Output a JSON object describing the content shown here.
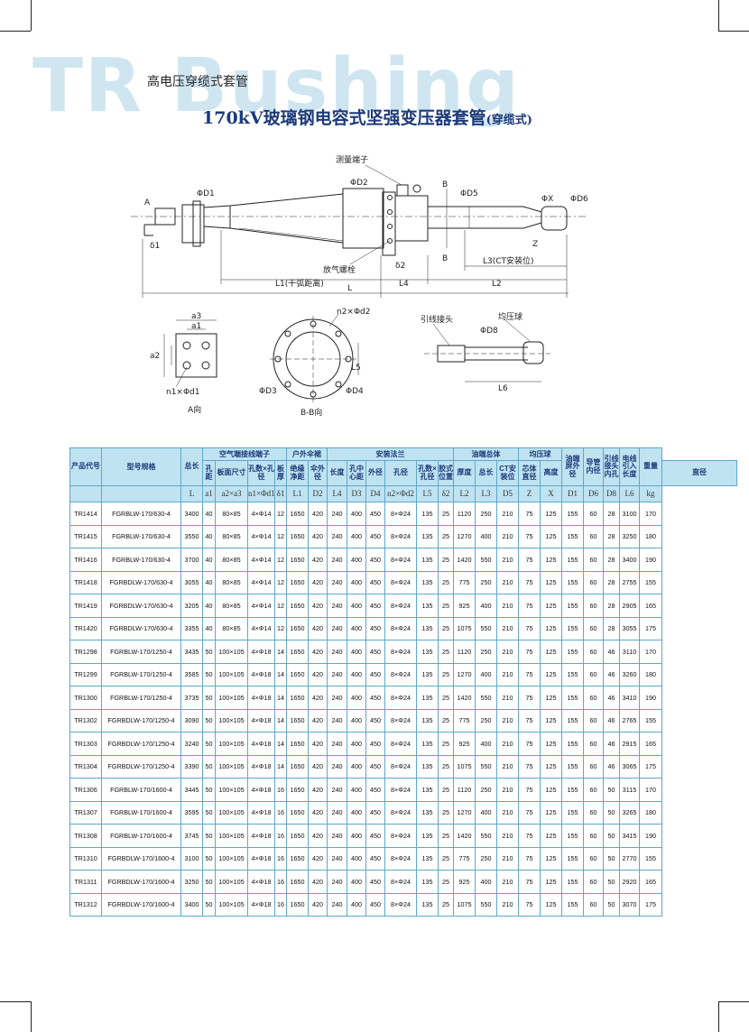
{
  "watermark": "TR Bushing",
  "subheading": "高电压穿缆式套管",
  "title": "170kV玻璃钢电容式坚强变压器套管",
  "title_suffix": "(穿缆式)",
  "drawing": {
    "labels": {
      "measure_terminal": "测量端子",
      "vent_bolt": "放气螺栓",
      "lead_connector": "引线接头",
      "grading_ball": "均压球",
      "L1": "L1(干弧距离)",
      "L2": "L2",
      "L3": "L3(CT安装位)",
      "L4": "L4",
      "L": "L",
      "L5": "L5",
      "L6": "L6",
      "D1": "ΦD1",
      "D2": "ΦD2",
      "D3": "ΦD3",
      "D4": "ΦD4",
      "D5": "ΦD5",
      "D6": "ΦD6",
      "D8": "ΦD8",
      "X": "ΦX",
      "Z": "Z",
      "A": "A",
      "B": "B",
      "d1": "δ1",
      "d2": "δ2",
      "a1": "a1",
      "a2": "a2",
      "a3": "a3",
      "holes_A": "n1×Φd1",
      "holes_B": "n2×Φd2",
      "view_A": "A向",
      "view_B": "B-B向"
    }
  },
  "table": {
    "group_headers": [
      "产品代号",
      "型号规格",
      "总长",
      "空气端接线端子",
      "户外伞裙",
      "安装法兰",
      "油端总体",
      "均压球",
      "油端屏外径",
      "导管内径",
      "引线接头内孔",
      "电线引入长度",
      "重量"
    ],
    "sub_headers": [
      "孔距",
      "板面尺寸",
      "孔数×孔径",
      "板厚",
      "绝缘净距",
      "伞外径",
      "长度",
      "孔中心距",
      "外径",
      "孔径",
      "孔数×孔径",
      "胶式位置",
      "厚度",
      "总长",
      "CT安装位",
      "芯体直径",
      "高度",
      "直径"
    ],
    "symbols": [
      "L",
      "a1",
      "a2×a3",
      "n1×Φd1",
      "δ1",
      "L1",
      "D2",
      "L4",
      "D3",
      "D4",
      "n2×Φd2",
      "L5",
      "δ2",
      "L2",
      "L3",
      "D5",
      "Z",
      "X",
      "D1",
      "D6",
      "D8",
      "L6",
      "kg"
    ],
    "rows": [
      [
        "TR1414",
        "FGRBLW-170/630-4",
        "3400",
        "40",
        "80×85",
        "4×Φ14",
        "12",
        "1650",
        "420",
        "240",
        "400",
        "450",
        "8×Φ24",
        "135",
        "25",
        "1120",
        "250",
        "210",
        "75",
        "125",
        "155",
        "60",
        "28",
        "3100",
        "170"
      ],
      [
        "TR1415",
        "FGRBLW-170/630-4",
        "3550",
        "40",
        "80×85",
        "4×Φ14",
        "12",
        "1650",
        "420",
        "240",
        "400",
        "450",
        "8×Φ24",
        "135",
        "25",
        "1270",
        "400",
        "210",
        "75",
        "125",
        "155",
        "60",
        "28",
        "3250",
        "180"
      ],
      [
        "TR1416",
        "FGRBLW-170/630-4",
        "3700",
        "40",
        "80×85",
        "4×Φ14",
        "12",
        "1650",
        "420",
        "240",
        "400",
        "450",
        "8×Φ24",
        "135",
        "25",
        "1420",
        "550",
        "210",
        "75",
        "125",
        "155",
        "60",
        "28",
        "3400",
        "190"
      ],
      [
        "TR1418",
        "FGRBDLW-170/630-4",
        "3055",
        "40",
        "80×85",
        "4×Φ14",
        "12",
        "1650",
        "420",
        "240",
        "400",
        "450",
        "8×Φ24",
        "135",
        "25",
        "775",
        "250",
        "210",
        "75",
        "125",
        "155",
        "60",
        "28",
        "2755",
        "155"
      ],
      [
        "TR1419",
        "FGRBDLW-170/630-4",
        "3205",
        "40",
        "80×85",
        "4×Φ14",
        "12",
        "1650",
        "420",
        "240",
        "400",
        "450",
        "8×Φ24",
        "135",
        "25",
        "925",
        "400",
        "210",
        "75",
        "125",
        "155",
        "60",
        "28",
        "2905",
        "165"
      ],
      [
        "TR1420",
        "FGRBDLW-170/630-4",
        "3355",
        "40",
        "80×85",
        "4×Φ14",
        "12",
        "1650",
        "420",
        "240",
        "400",
        "450",
        "8×Φ24",
        "135",
        "25",
        "1075",
        "550",
        "210",
        "75",
        "125",
        "155",
        "60",
        "28",
        "3055",
        "175"
      ],
      [
        "TR1298",
        "FGRBLW-170/1250-4",
        "3435",
        "50",
        "100×105",
        "4×Φ18",
        "14",
        "1650",
        "420",
        "240",
        "400",
        "450",
        "8×Φ24",
        "135",
        "25",
        "1120",
        "250",
        "210",
        "75",
        "125",
        "155",
        "60",
        "46",
        "3110",
        "170"
      ],
      [
        "TR1299",
        "FGRBLW-170/1250-4",
        "3585",
        "50",
        "100×105",
        "4×Φ18",
        "14",
        "1650",
        "420",
        "240",
        "400",
        "450",
        "8×Φ24",
        "135",
        "25",
        "1270",
        "400",
        "210",
        "75",
        "125",
        "155",
        "60",
        "46",
        "3260",
        "180"
      ],
      [
        "TR1300",
        "FGRBLW-170/1250-4",
        "3735",
        "50",
        "100×105",
        "4×Φ18",
        "14",
        "1650",
        "420",
        "240",
        "400",
        "450",
        "8×Φ24",
        "135",
        "25",
        "1420",
        "550",
        "210",
        "75",
        "125",
        "155",
        "60",
        "46",
        "3410",
        "190"
      ],
      [
        "TR1302",
        "FGRBDLW-170/1250-4",
        "3090",
        "50",
        "100×105",
        "4×Φ18",
        "14",
        "1650",
        "420",
        "240",
        "400",
        "450",
        "8×Φ24",
        "135",
        "25",
        "775",
        "250",
        "210",
        "75",
        "125",
        "155",
        "60",
        "46",
        "2765",
        "155"
      ],
      [
        "TR1303",
        "FGRBDLW-170/1250-4",
        "3240",
        "50",
        "100×105",
        "4×Φ18",
        "14",
        "1650",
        "420",
        "240",
        "400",
        "450",
        "8×Φ24",
        "135",
        "25",
        "925",
        "400",
        "210",
        "75",
        "125",
        "155",
        "60",
        "46",
        "2915",
        "165"
      ],
      [
        "TR1304",
        "FGRBDLW-170/1250-4",
        "3390",
        "50",
        "100×105",
        "4×Φ18",
        "14",
        "1650",
        "420",
        "240",
        "400",
        "450",
        "8×Φ24",
        "135",
        "25",
        "1075",
        "550",
        "210",
        "75",
        "125",
        "155",
        "60",
        "46",
        "3065",
        "175"
      ],
      [
        "TR1306",
        "FGRBLW-170/1600-4",
        "3445",
        "50",
        "100×105",
        "4×Φ18",
        "16",
        "1650",
        "420",
        "240",
        "400",
        "450",
        "8×Φ24",
        "135",
        "25",
        "1120",
        "250",
        "210",
        "75",
        "125",
        "155",
        "60",
        "50",
        "3115",
        "170"
      ],
      [
        "TR1307",
        "FGRBLW-170/1600-4",
        "3595",
        "50",
        "100×105",
        "4×Φ18",
        "16",
        "1650",
        "420",
        "240",
        "400",
        "450",
        "8×Φ24",
        "135",
        "25",
        "1270",
        "400",
        "210",
        "75",
        "125",
        "155",
        "60",
        "50",
        "3265",
        "180"
      ],
      [
        "TR1308",
        "FGRBLW-170/1600-4",
        "3745",
        "50",
        "100×105",
        "4×Φ18",
        "16",
        "1650",
        "420",
        "240",
        "400",
        "450",
        "8×Φ24",
        "135",
        "25",
        "1420",
        "550",
        "210",
        "75",
        "125",
        "155",
        "60",
        "50",
        "3415",
        "190"
      ],
      [
        "TR1310",
        "FGRBDLW-170/1600-4",
        "3100",
        "50",
        "100×105",
        "4×Φ18",
        "16",
        "1650",
        "420",
        "240",
        "400",
        "450",
        "8×Φ24",
        "135",
        "25",
        "775",
        "250",
        "210",
        "75",
        "125",
        "155",
        "60",
        "50",
        "2770",
        "155"
      ],
      [
        "TR1311",
        "FGRBDLW-170/1600-4",
        "3250",
        "50",
        "100×105",
        "4×Φ18",
        "16",
        "1650",
        "420",
        "240",
        "400",
        "450",
        "8×Φ24",
        "135",
        "25",
        "925",
        "400",
        "210",
        "75",
        "125",
        "155",
        "60",
        "50",
        "2920",
        "165"
      ],
      [
        "TR1312",
        "FGRBDLW-170/1600-4",
        "3400",
        "50",
        "100×105",
        "4×Φ18",
        "16",
        "1650",
        "420",
        "240",
        "400",
        "450",
        "8×Φ24",
        "135",
        "25",
        "1075",
        "550",
        "210",
        "75",
        "125",
        "155",
        "60",
        "50",
        "3070",
        "175"
      ]
    ]
  },
  "colors": {
    "header_bg": "#bfe3f1",
    "border": "#5fa8c8",
    "title": "#1c3a7a",
    "watermark": "#cfe6f1"
  }
}
